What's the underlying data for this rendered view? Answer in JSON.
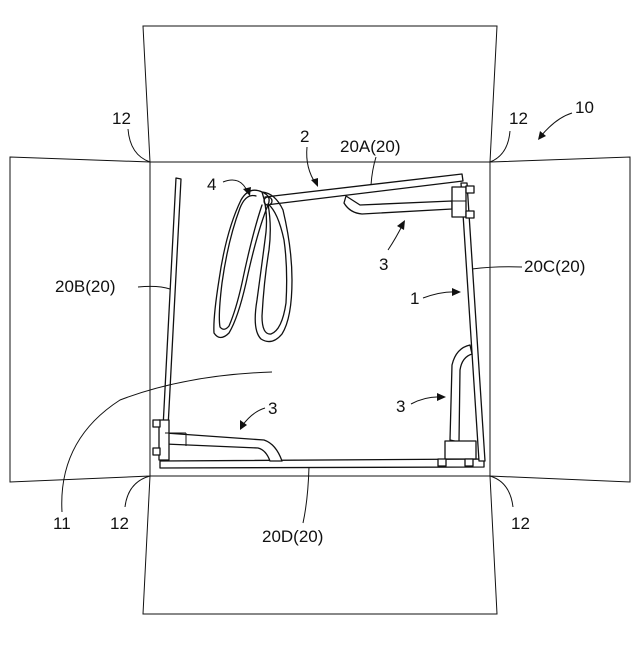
{
  "labels": {
    "box": "10",
    "corner_top_left": "12",
    "corner_top_right": "12",
    "corner_bottom_left": "12",
    "corner_bottom_right": "12",
    "frame": "2",
    "panel_a": "20A(20)",
    "panel_b": "20B(20)",
    "panel_c": "20C(20)",
    "panel_d": "20D(20)",
    "bag": "4",
    "support_top": "3",
    "support_left": "3",
    "support_right": "3",
    "item": "1",
    "floor": "11"
  }
}
